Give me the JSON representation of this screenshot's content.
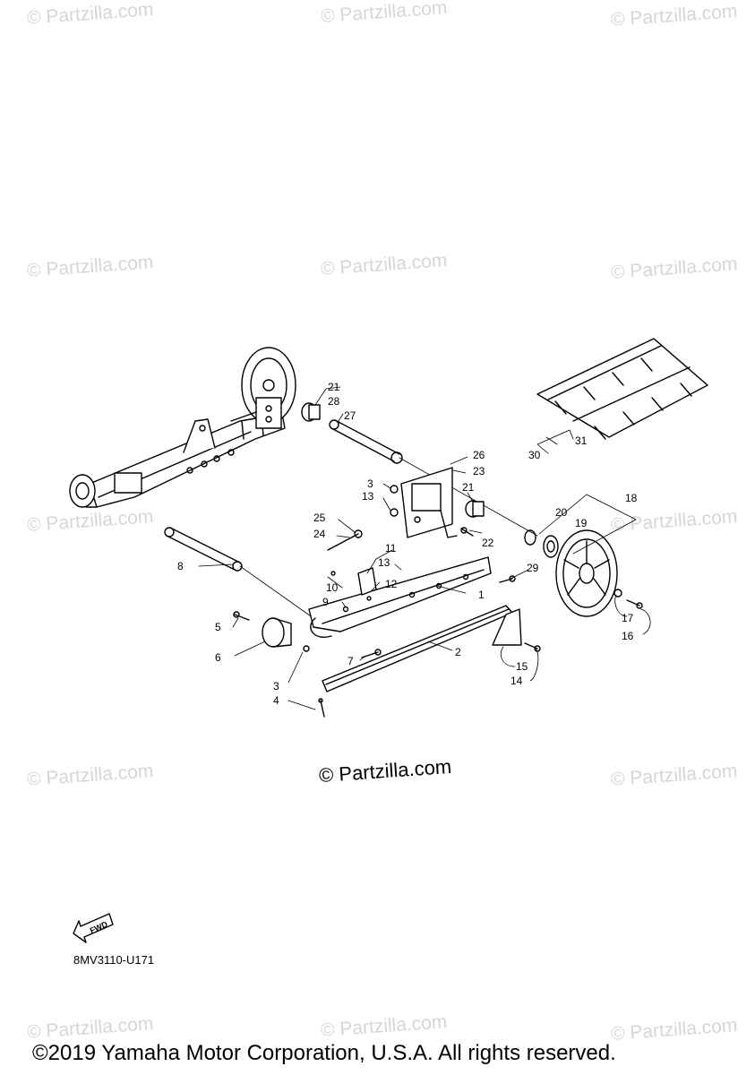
{
  "watermark_text": "© Partzilla.com",
  "center_credit": "© Partzilla.com",
  "reference_code": "8MV3110-U171",
  "copyright": "©2019 Yamaha Motor Corporation, U.S.A. All rights reserved.",
  "fwd_label": "FWD",
  "callouts": {
    "c1": "1",
    "c2": "2",
    "c3a": "3",
    "c3b": "3",
    "c4": "4",
    "c5": "5",
    "c6": "6",
    "c7": "7",
    "c8": "8",
    "c9": "9",
    "c10": "10",
    "c11": "11",
    "c12": "12",
    "c13a": "13",
    "c13b": "13",
    "c14": "14",
    "c15": "15",
    "c16": "16",
    "c17": "17",
    "c18": "18",
    "c19": "19",
    "c20": "20",
    "c21a": "21",
    "c21b": "21",
    "c22": "22",
    "c23": "23",
    "c24": "24",
    "c25": "25",
    "c26": "26",
    "c27": "27",
    "c28": "28",
    "c29": "29",
    "c30": "30",
    "c31": "31"
  }
}
